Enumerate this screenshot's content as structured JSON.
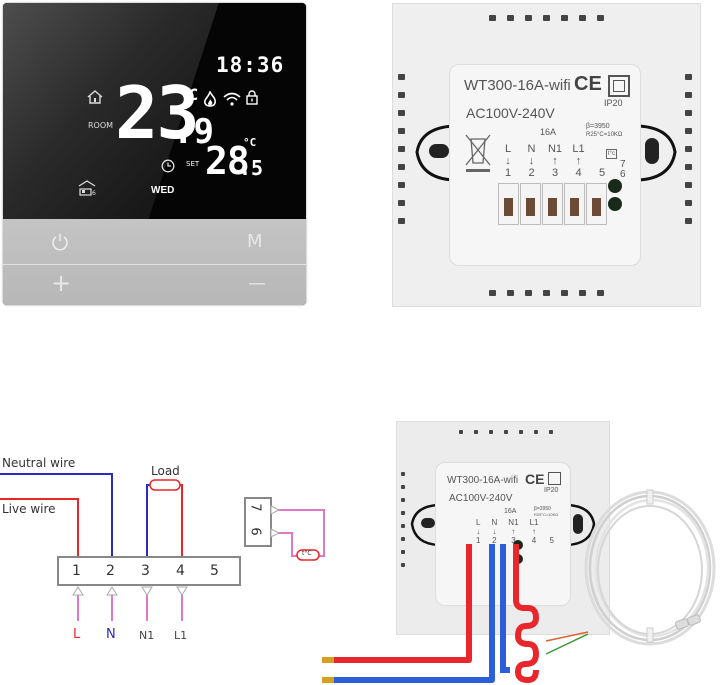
{
  "front_display": {
    "clock": "18:36",
    "room_temp_main": "23",
    "room_temp_decimal": ".9",
    "room_unit": "°C",
    "room_label": "ROOM",
    "set_label": "SET",
    "set_temp_main": "28",
    "set_temp_decimal": ".5",
    "set_unit": "°C",
    "day": "WED",
    "icons": [
      "home-icon",
      "flame-icon",
      "wifi-icon",
      "lock-icon",
      "clock-icon",
      "house-program-icon"
    ]
  },
  "front_buttons": {
    "power": "⏻",
    "mode": "M",
    "plus": "+",
    "minus": "—"
  },
  "back_label": {
    "model": "WT300-16A-wifi",
    "ce_mark": "CE",
    "ip_rating": "IP20",
    "voltage": "AC100V-240V",
    "current": "16A",
    "beta": "β=3950",
    "resistance": "R25°C=10KΩ",
    "sensor_symbol": "t°c",
    "sensor_terminals": [
      "7",
      "6"
    ],
    "terminals": [
      {
        "name": "L",
        "arrow": "↓",
        "number": "1"
      },
      {
        "name": "N",
        "arrow": "↓",
        "number": "2"
      },
      {
        "name": "N1",
        "arrow": "↑",
        "number": "3"
      },
      {
        "name": "L1",
        "arrow": "↑",
        "number": "4"
      },
      {
        "name": "",
        "arrow": "",
        "number": "5"
      }
    ]
  },
  "diagram": {
    "neutral_label": "Neutral wire",
    "live_label": "Live wire",
    "load_label": "Load",
    "terminal_numbers": [
      "1",
      "2",
      "3",
      "4",
      "5"
    ],
    "bottom_labels": [
      "L",
      "N",
      "N1",
      "L1"
    ],
    "sensor_terminals": [
      "7",
      "6"
    ],
    "sensor_label": "t°C",
    "colors": {
      "live": "#e8262b",
      "neutral": "#2b2bbf",
      "signal": "#e078c8",
      "box": "#888888"
    }
  }
}
